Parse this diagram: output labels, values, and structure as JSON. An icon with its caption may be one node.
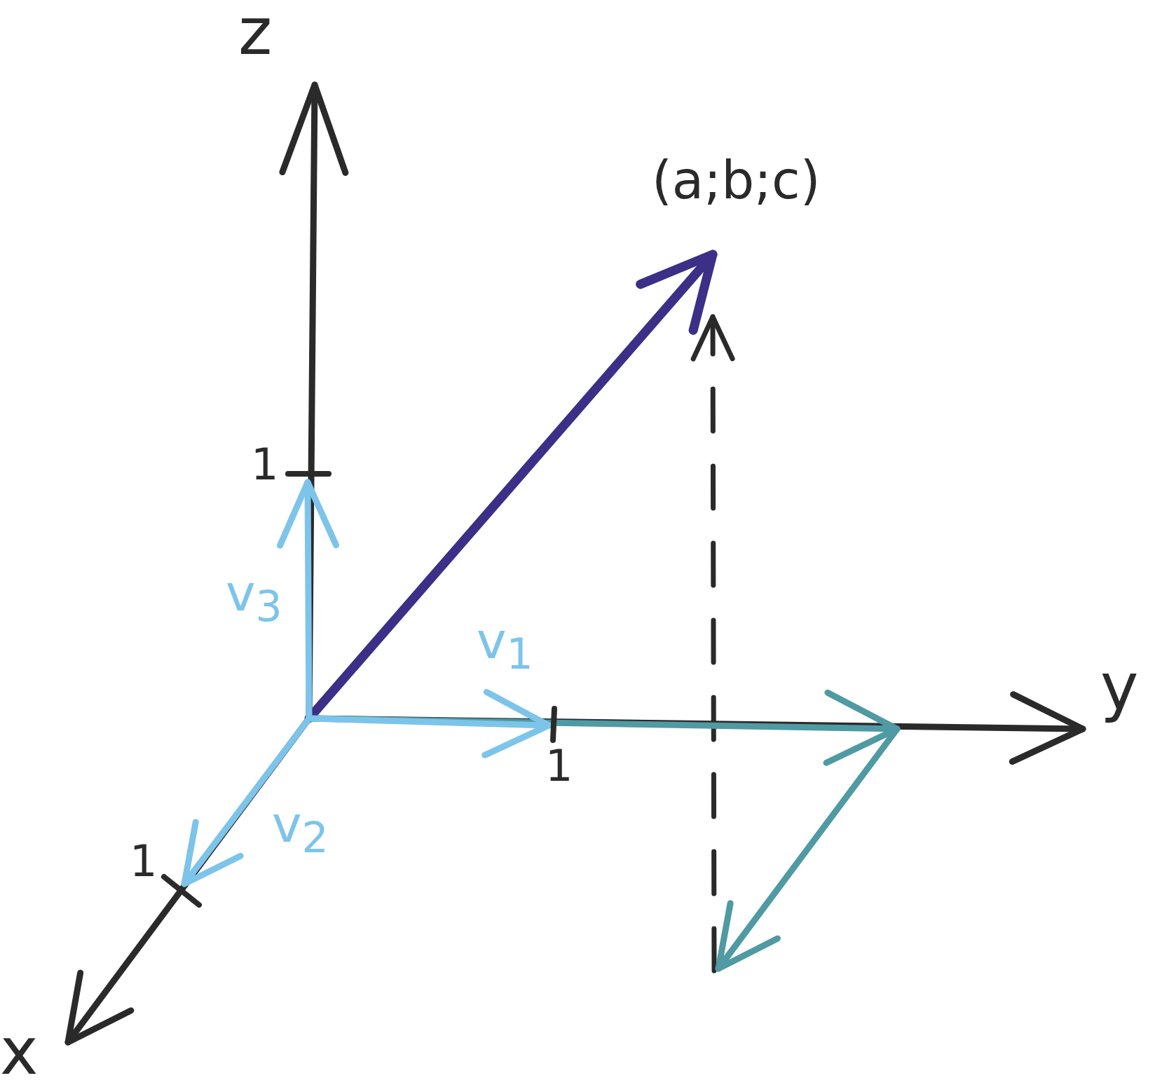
{
  "diagram": {
    "labels": [
      "z",
      "(a;b;c)",
      "1",
      "v$_{3}$",
      "v$_{1}$",
      "y",
      "1",
      "v$_{2}$",
      "1",
      "x"
    ]
  }
}
